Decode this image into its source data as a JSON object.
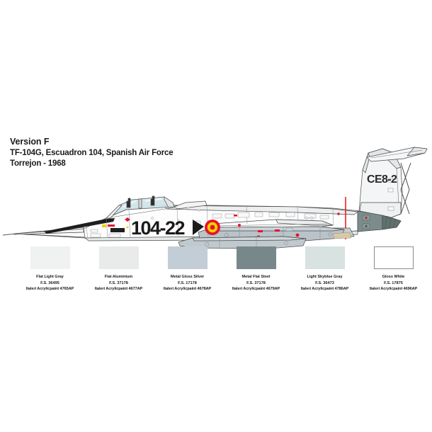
{
  "caption": {
    "version_title": "Version F",
    "aircraft_line": "TF-104G, Escuadron 104, Spanish Air Force",
    "base_line": "Torrejon - 1968"
  },
  "artwork": {
    "subject": "tf-104g-starfighter-side-profile",
    "view": "left side profile",
    "markings": {
      "fuselage_code": "104-22",
      "tail_code": "CE8-2",
      "roundel": "spanish-air-force-roundel"
    },
    "colors": {
      "airframe_white": "#fdfdfd",
      "panel_light_gray": "#e9ebec",
      "panel_mid_gray": "#d2d7da",
      "tank_gray": "#b9c3c8",
      "tail_dark": "#6f8180",
      "outline": "#4a4a4a",
      "marking_black": "#1a1a1a",
      "accent_red": "#e8112d",
      "accent_yellow": "#f5d000",
      "alignment_red": "#ee1c25"
    }
  },
  "paints": [
    {
      "name": "Flat Light Gray",
      "fs": "F.S. 36495",
      "code": "Italeri Acrylicpaint 4765AP",
      "color": "#f0f1f1",
      "outlined": false
    },
    {
      "name": "Flat Aluminium",
      "fs": "F.S. 37178",
      "code": "Italeri Acrylicpaint 4677AP",
      "color": "#e9eaea",
      "outlined": false
    },
    {
      "name": "Metal Gloss Silver",
      "fs": "F.S. 17178",
      "code": "Italeri Acrylicpaint 4678AP",
      "color": "#c3cdd6",
      "outlined": false
    },
    {
      "name": "Metal Flat Steel",
      "fs": "F.S. 37178",
      "code": "Italeri Acrylicpaint 4679AP",
      "color": "#78878a",
      "outlined": false
    },
    {
      "name": "Light Skyblue Gray",
      "fs": "F.S. 36473",
      "code": "Italeri Acrylicpaint 4786AP",
      "color": "#d7e2e1",
      "outlined": false
    },
    {
      "name": "Gloss White",
      "fs": "F.S. 17875",
      "code": "Italeri Acrylicpaint 4696AP",
      "color": "#ffffff",
      "outlined": true
    }
  ]
}
